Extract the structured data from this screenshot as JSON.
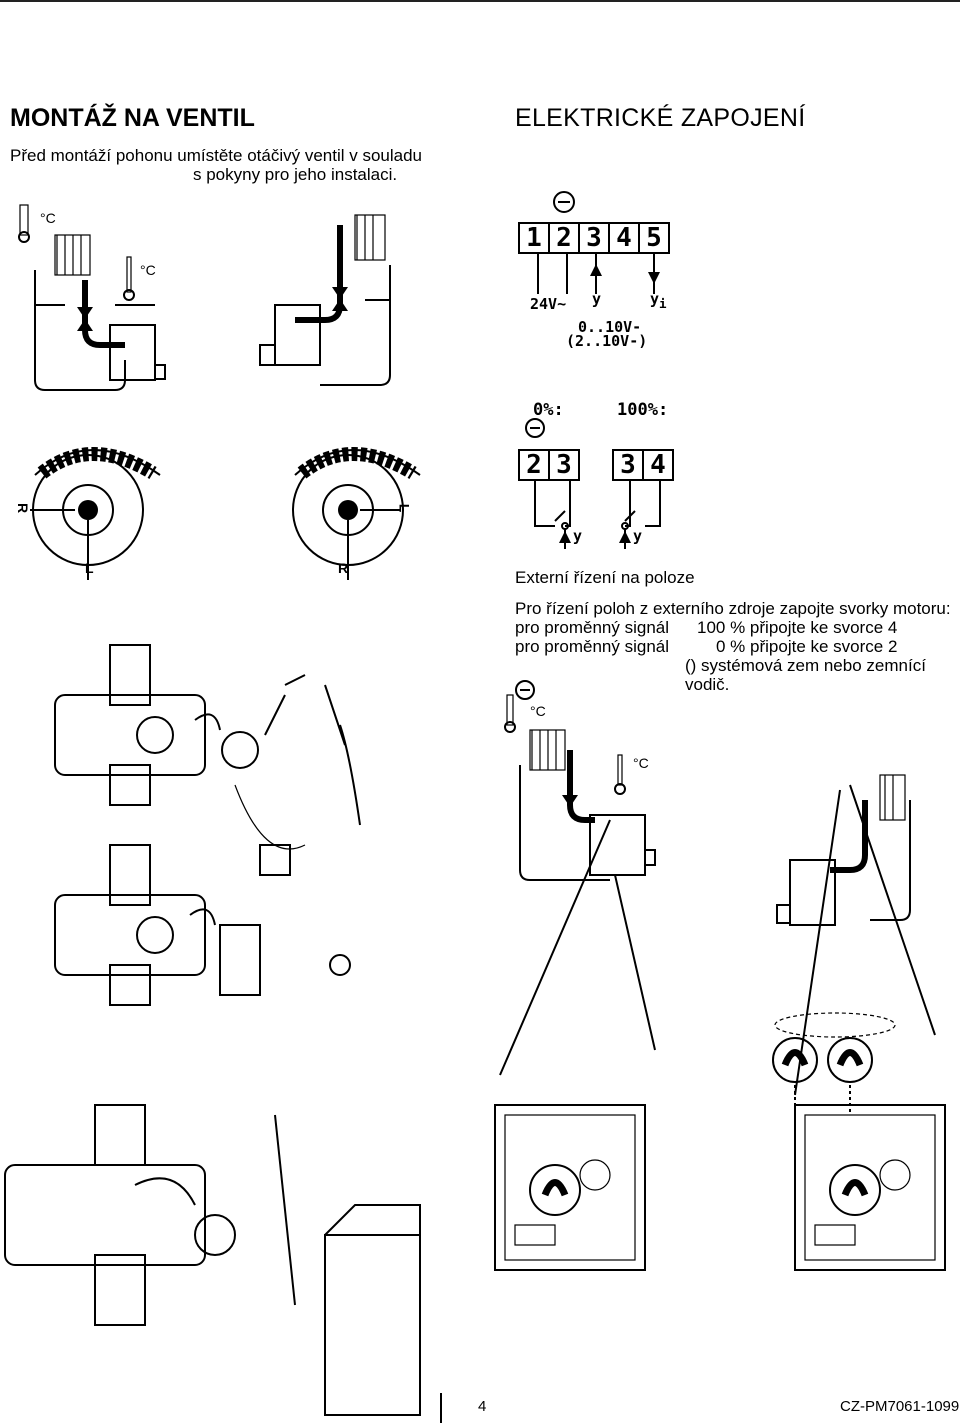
{
  "left": {
    "title": "MONTÁŽ NA VENTIL",
    "intro_line1": "Před montáží pohonu umístěte otáčivý ventil v souladu",
    "intro_line2": "s pokyny pro jeho instalaci.",
    "temp_unit_a": "°C",
    "temp_unit_b": "°C",
    "dial_left_side": "R",
    "dial_left_bottom": "L",
    "dial_right_side": "L",
    "dial_right_bottom": "R"
  },
  "right": {
    "title": "ELEKTRICKÉ ZAPOJENÍ",
    "terminals": [
      "1",
      "2",
      "3",
      "4",
      "5"
    ],
    "label_24v": "24V~",
    "label_y": "y",
    "label_yi": "y",
    "label_yi_sub": "i",
    "range1": "0..10V-",
    "range2": "(2..10V-)",
    "pct0": "0%:",
    "pct100": "100%:",
    "block_a": [
      "2",
      "3"
    ],
    "block_b": [
      "3",
      "4"
    ],
    "y_a": "y",
    "y_b": "y",
    "ext_title": "Externí řízení na poloze",
    "ext_line1": "Pro řízení poloh z externího zdroje zapojte svorky motoru:",
    "ext_line2a": "pro proměnný signál",
    "ext_line2b": "100 % připojte ke svorce 4",
    "ext_line3a": "pro proměnný signál",
    "ext_line3b": "0 % připojte ke svorce 2",
    "ext_line4": "() systémová zem nebo zemnící",
    "ext_line5": "vodič.",
    "temp_unit_c": "°C",
    "temp_unit_d": "°C"
  },
  "footer": {
    "page_number": "4",
    "doc_code": "CZ-PM7061-1099"
  }
}
